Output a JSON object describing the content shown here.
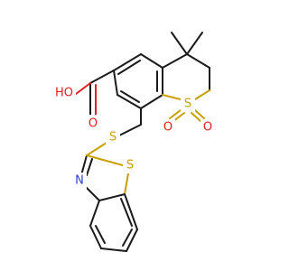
{
  "colors": {
    "bond": "#1a1a1a",
    "oxygen": "#e02020",
    "sulfur": "#c8a000",
    "nitrogen": "#2a3fd6",
    "background": "#ffffff"
  },
  "atoms": {
    "ho": "HO",
    "o_carbonyl": "O",
    "s_ring": "S",
    "o_sulfonyl_left": "O",
    "o_sulfonyl_right": "O",
    "s_thioether": "S",
    "n_thiazole": "N",
    "s_thiazole": "S"
  }
}
